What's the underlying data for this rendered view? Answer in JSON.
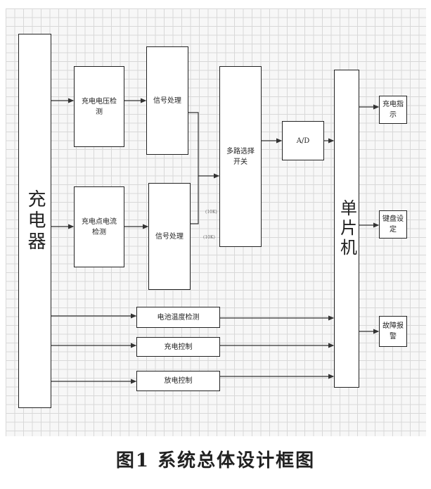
{
  "diagram": {
    "charger": "充电器",
    "voltage_detect": "充电电压检测",
    "current_detect": "充电点电流检测",
    "signal_proc_1": "信号处理",
    "signal_proc_2": "信号处理",
    "mux": "多路选择开关",
    "adc": "A/D",
    "mcu": "单片机",
    "charge_indicator": "充电指示",
    "keyboard": "键盘设定",
    "fault_alarm": "故障报警",
    "battery_temp": "电池温度检测",
    "charge_control": "充电控制",
    "discharge_control": "放电控制",
    "wire_label_1": "(10K)",
    "wire_label_2": "(10K)"
  },
  "caption": "图1  系统总体设计框图"
}
